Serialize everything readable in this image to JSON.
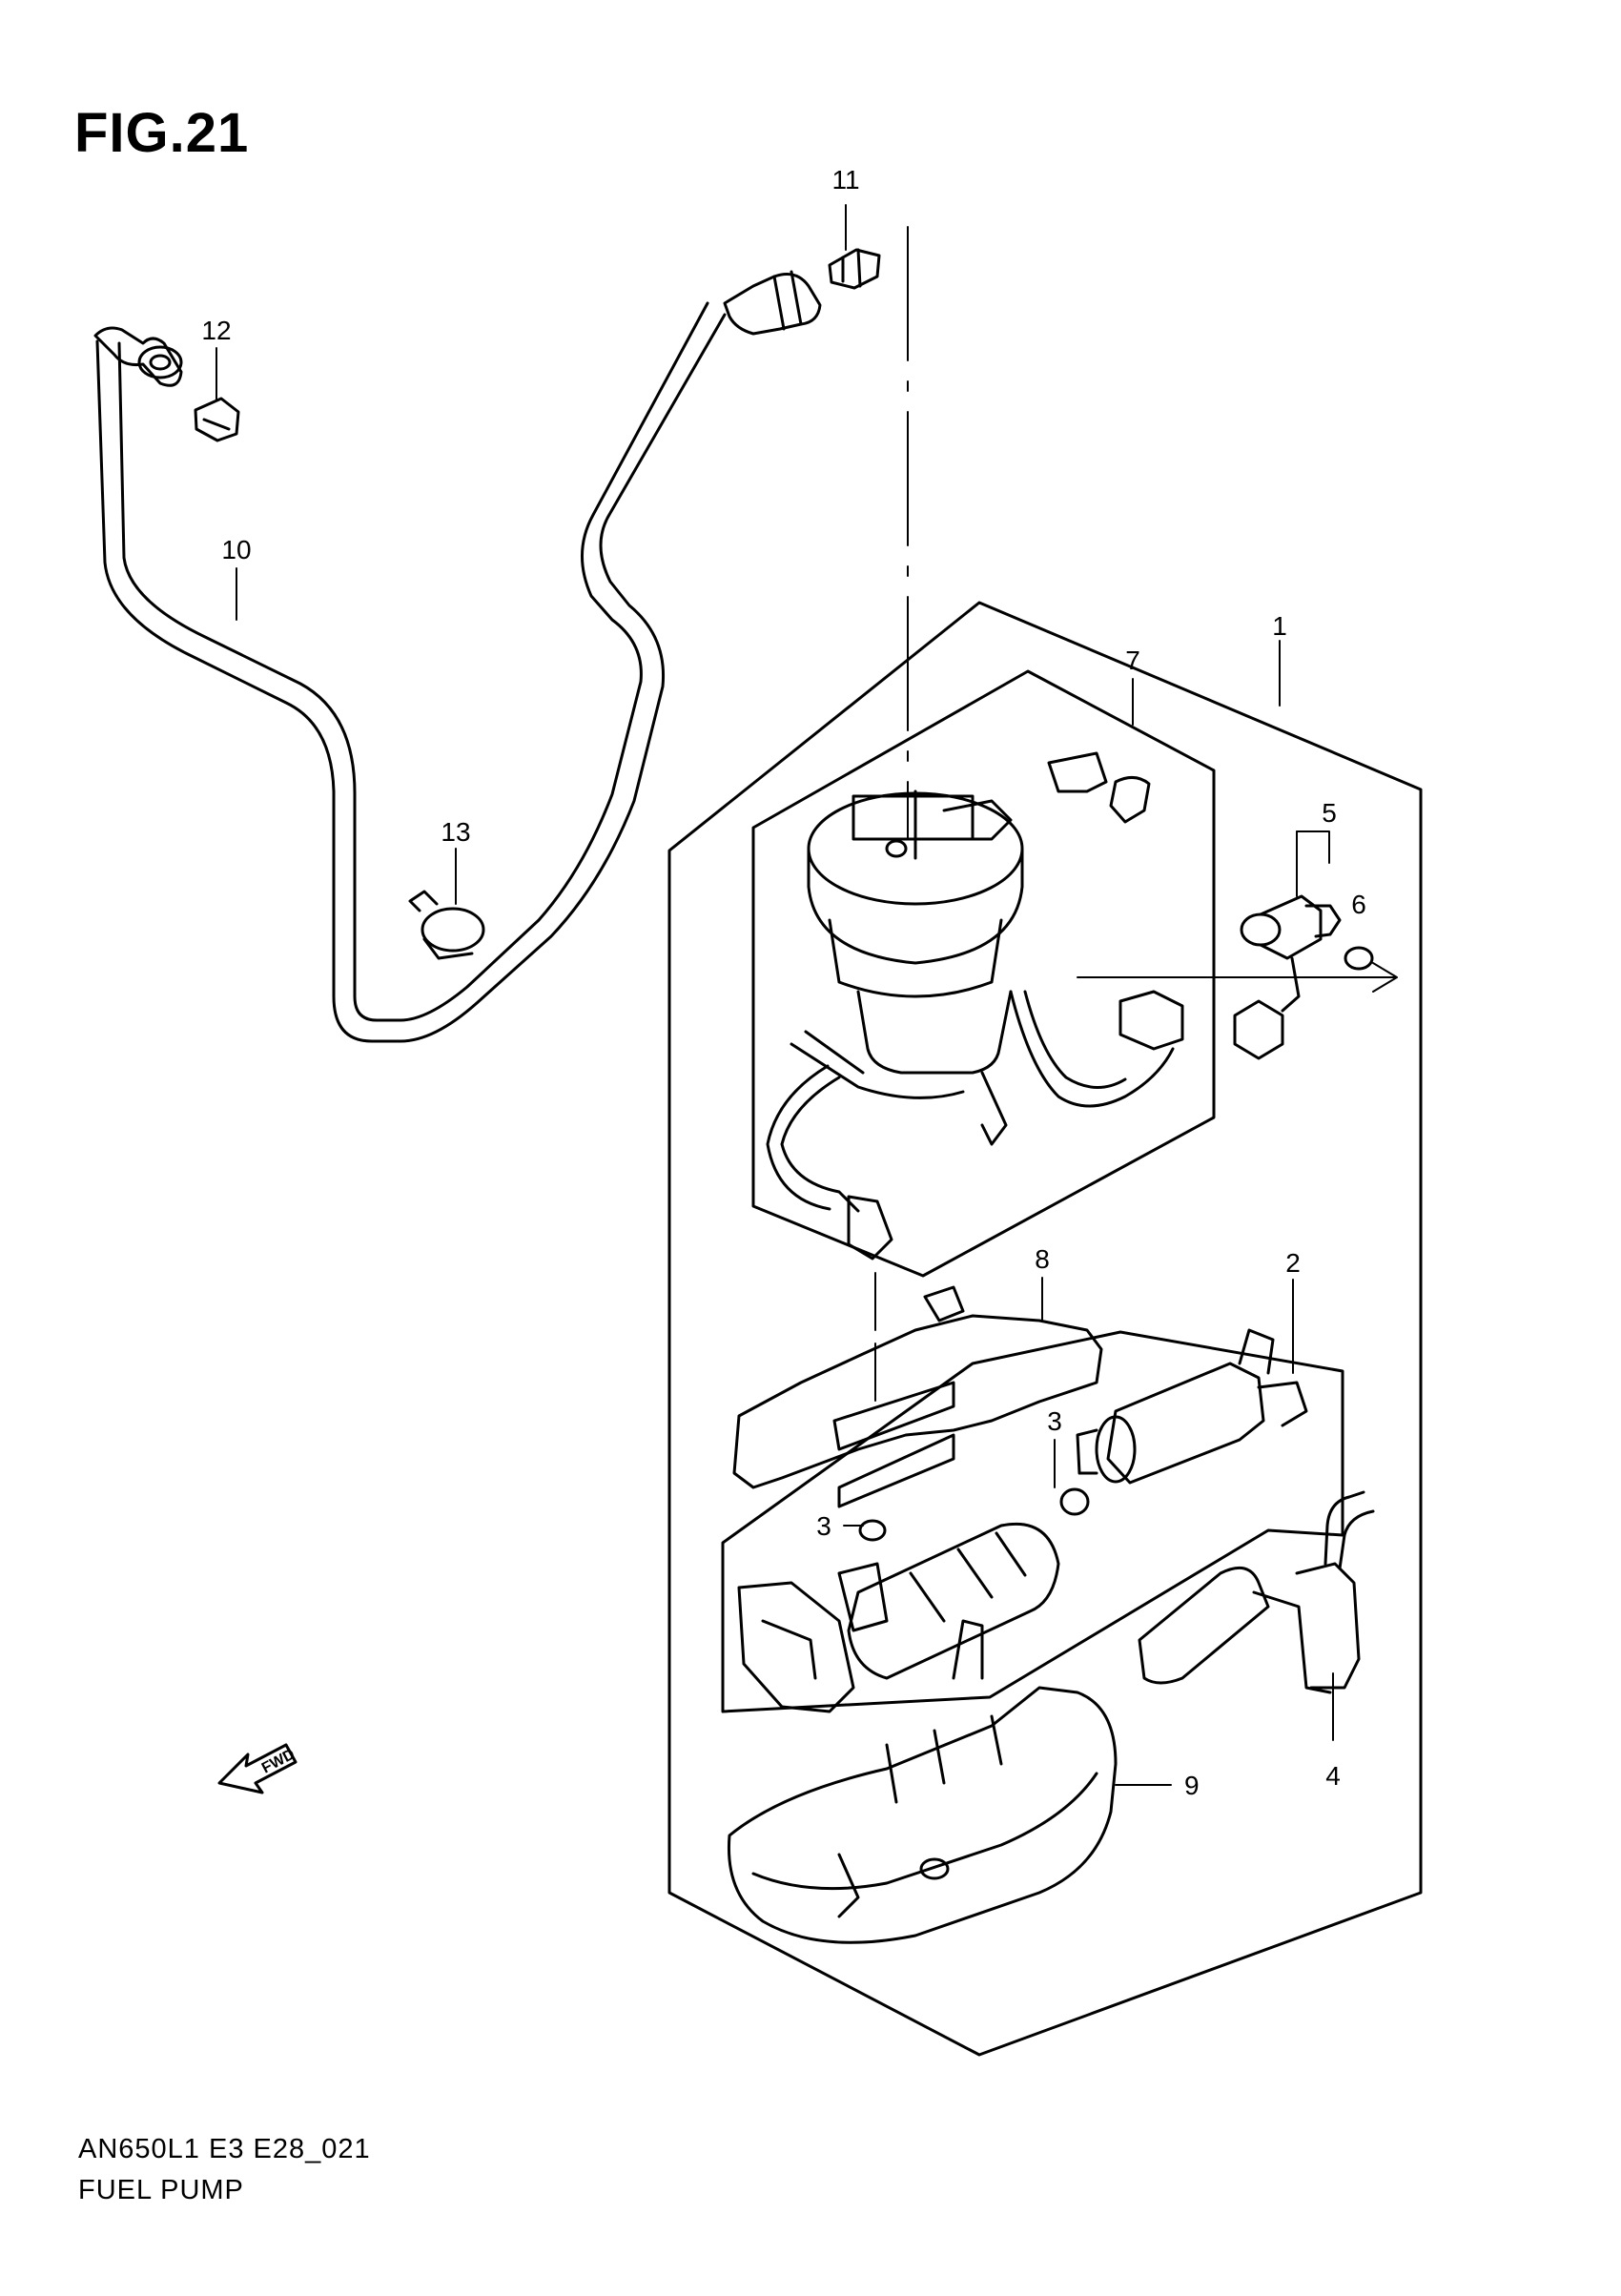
{
  "figure": {
    "title": "FIG.21",
    "code": "AN650L1 E3 E28_021",
    "name": "FUEL PUMP",
    "direction_label": "FWD"
  },
  "callouts": {
    "c1": "1",
    "c2": "2",
    "c3a": "3",
    "c3b": "3",
    "c4": "4",
    "c5": "5",
    "c6": "6",
    "c7": "7",
    "c8": "8",
    "c9": "9",
    "c10": "10",
    "c11": "11",
    "c12": "12",
    "c13": "13"
  },
  "colors": {
    "line": "#000000",
    "background": "#ffffff"
  }
}
